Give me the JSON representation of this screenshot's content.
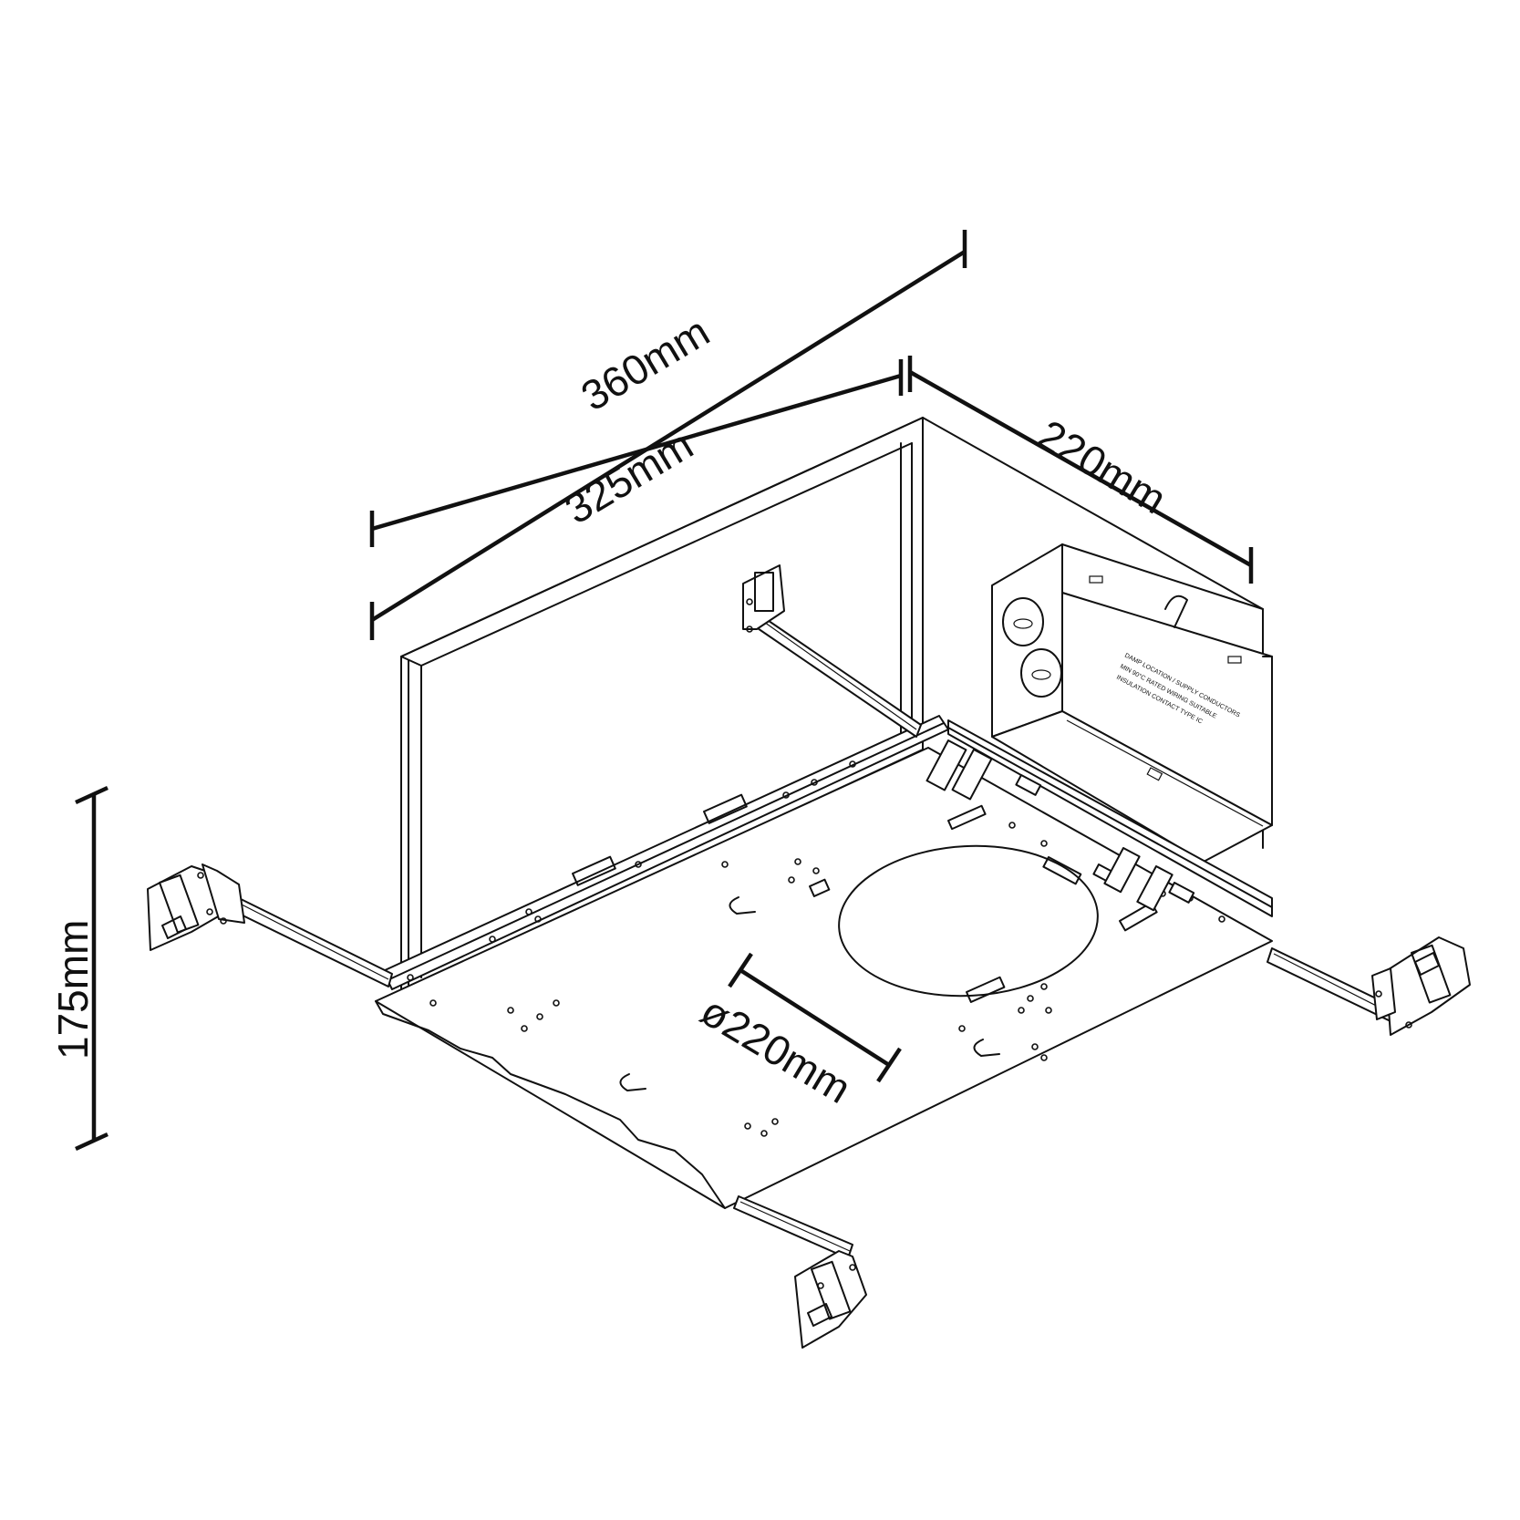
{
  "dimensions": {
    "overall_length": "360mm",
    "plate_length": "325mm",
    "depth": "220mm",
    "height": "175mm",
    "aperture_diameter": "ø220mm"
  }
}
